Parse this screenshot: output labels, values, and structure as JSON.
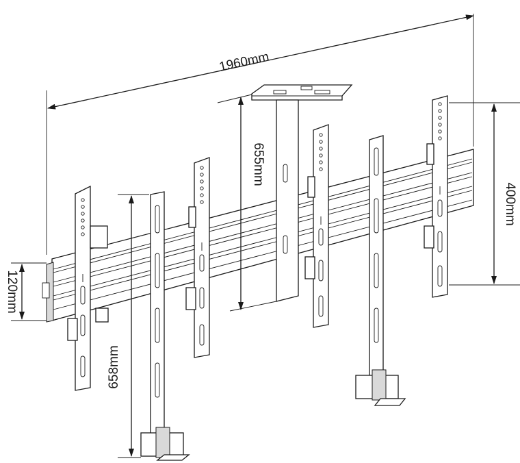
{
  "dimensions": {
    "total_width": "1960mm",
    "center_shelf_height": "655mm",
    "bracket_spacing": "400mm",
    "rail_height": "120mm",
    "foot_post_height": "658mm"
  }
}
